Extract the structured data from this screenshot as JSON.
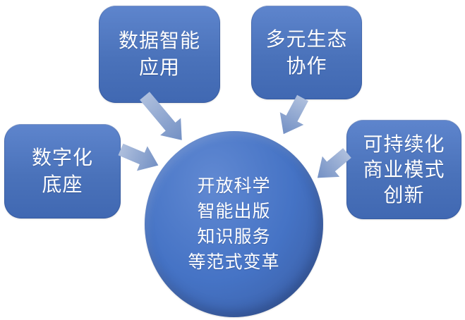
{
  "diagram": {
    "center_circle": {
      "lines": [
        "开放科学",
        "智能出版",
        "知识服务",
        "等范式变革"
      ]
    },
    "boxes": [
      {
        "name": "data-intelligence-application",
        "lines": [
          "数据智能",
          "应用"
        ]
      },
      {
        "name": "multi-ecosystem-collaboration",
        "lines": [
          "多元生态",
          "协作"
        ]
      },
      {
        "name": "digital-foundation",
        "lines": [
          "数字化",
          "底座"
        ]
      },
      {
        "name": "sustainable-business-model-innovation",
        "lines": [
          "可持续化",
          "商业模式",
          "创新"
        ]
      }
    ],
    "arrows": [
      {
        "name": "arrow-data-intelligence-to-center"
      },
      {
        "name": "arrow-ecosystem-to-center"
      },
      {
        "name": "arrow-digital-foundation-to-center"
      },
      {
        "name": "arrow-sustainable-to-center"
      }
    ],
    "colors": {
      "box_gradient_top": "#5e85cd",
      "box_gradient_bottom": "#4068b2",
      "arrow_light": "#a9bcdc",
      "arrow_dark": "#7390c4",
      "circle_main": "#4472c4",
      "circle_rim": "#38599d",
      "text": "#ffffff",
      "background": "#ffffff"
    }
  }
}
